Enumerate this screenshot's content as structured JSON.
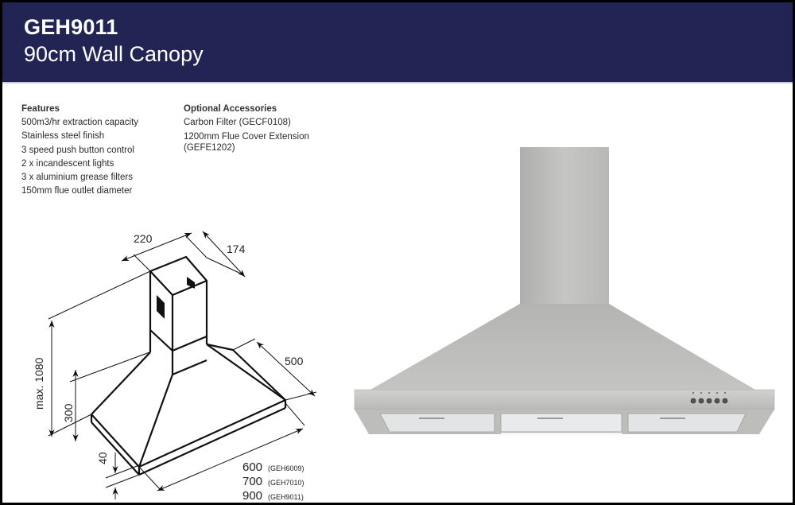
{
  "header": {
    "model": "GEH9011",
    "title": "90cm Wall Canopy",
    "background_color": "#222453"
  },
  "features": {
    "heading": "Features",
    "items": [
      "500m3/hr extraction capacity",
      "Stainless steel finish",
      "3 speed push button control",
      "2 x incandescent lights",
      "3 x aluminium grease filters",
      "150mm flue outlet diameter"
    ]
  },
  "accessories": {
    "heading": "Optional Accessories",
    "items": [
      "Carbon Filter (GECF0108)",
      "1200mm Flue Cover Extension (GEFE1202)"
    ]
  },
  "diagram": {
    "dim_flue_width": "220",
    "dim_flue_depth": "174",
    "dim_height_max": "max. 1080",
    "dim_canopy_height": "300",
    "dim_depth": "500",
    "dim_trim": "40",
    "widths": [
      {
        "value": "600",
        "model": "(GEH6009)"
      },
      {
        "value": "700",
        "model": "(GEH7010)"
      },
      {
        "value": "900",
        "model": "(GEH9011)"
      }
    ]
  },
  "product_image": {
    "description": "stainless-steel-canopy-rangehood",
    "control_buttons": 5
  }
}
